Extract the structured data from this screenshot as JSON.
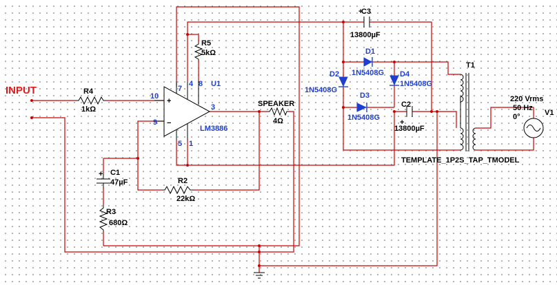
{
  "input": {
    "label": "INPUT"
  },
  "opamp": {
    "ref": "U1",
    "part": "LM3886",
    "pins": {
      "in_plus": "10",
      "in_minus": "9",
      "out": "3",
      "v1": "7",
      "v2": "4",
      "v3": "8",
      "v4": "5",
      "v5": "1"
    },
    "plus_sign": "+",
    "minus_sign": "−"
  },
  "r4": {
    "ref": "R4",
    "value": "1kΩ"
  },
  "r5": {
    "ref": "R5",
    "value": "5kΩ"
  },
  "r2": {
    "ref": "R2",
    "value": "22kΩ"
  },
  "r3": {
    "ref": "R3",
    "value": "680Ω"
  },
  "c1": {
    "ref": "C1",
    "value": "47µF"
  },
  "c2": {
    "ref": "C2",
    "value": "13800µF"
  },
  "c3": {
    "ref": "C3",
    "value": "13800µF"
  },
  "speaker": {
    "ref": "SPEAKER",
    "value": "4Ω"
  },
  "d1": {
    "ref": "D1",
    "part": "1N5408G"
  },
  "d2": {
    "ref": "D2",
    "part": "1N5408G"
  },
  "d3": {
    "ref": "D3",
    "part": "1N5408G"
  },
  "d4": {
    "ref": "D4",
    "part": "1N5408G"
  },
  "transformer": {
    "ref": "T1",
    "model": "TEMPLATE_1P2S_TAP_TMODEL"
  },
  "source": {
    "ref": "V1",
    "amplitude": "220 Vrms",
    "frequency": "50 Hz",
    "phase": "0°"
  },
  "colors": {
    "wire": "#cc0000",
    "component": "#000000",
    "part_label": "#1f3fd0",
    "input_label": "#e01b1b"
  }
}
